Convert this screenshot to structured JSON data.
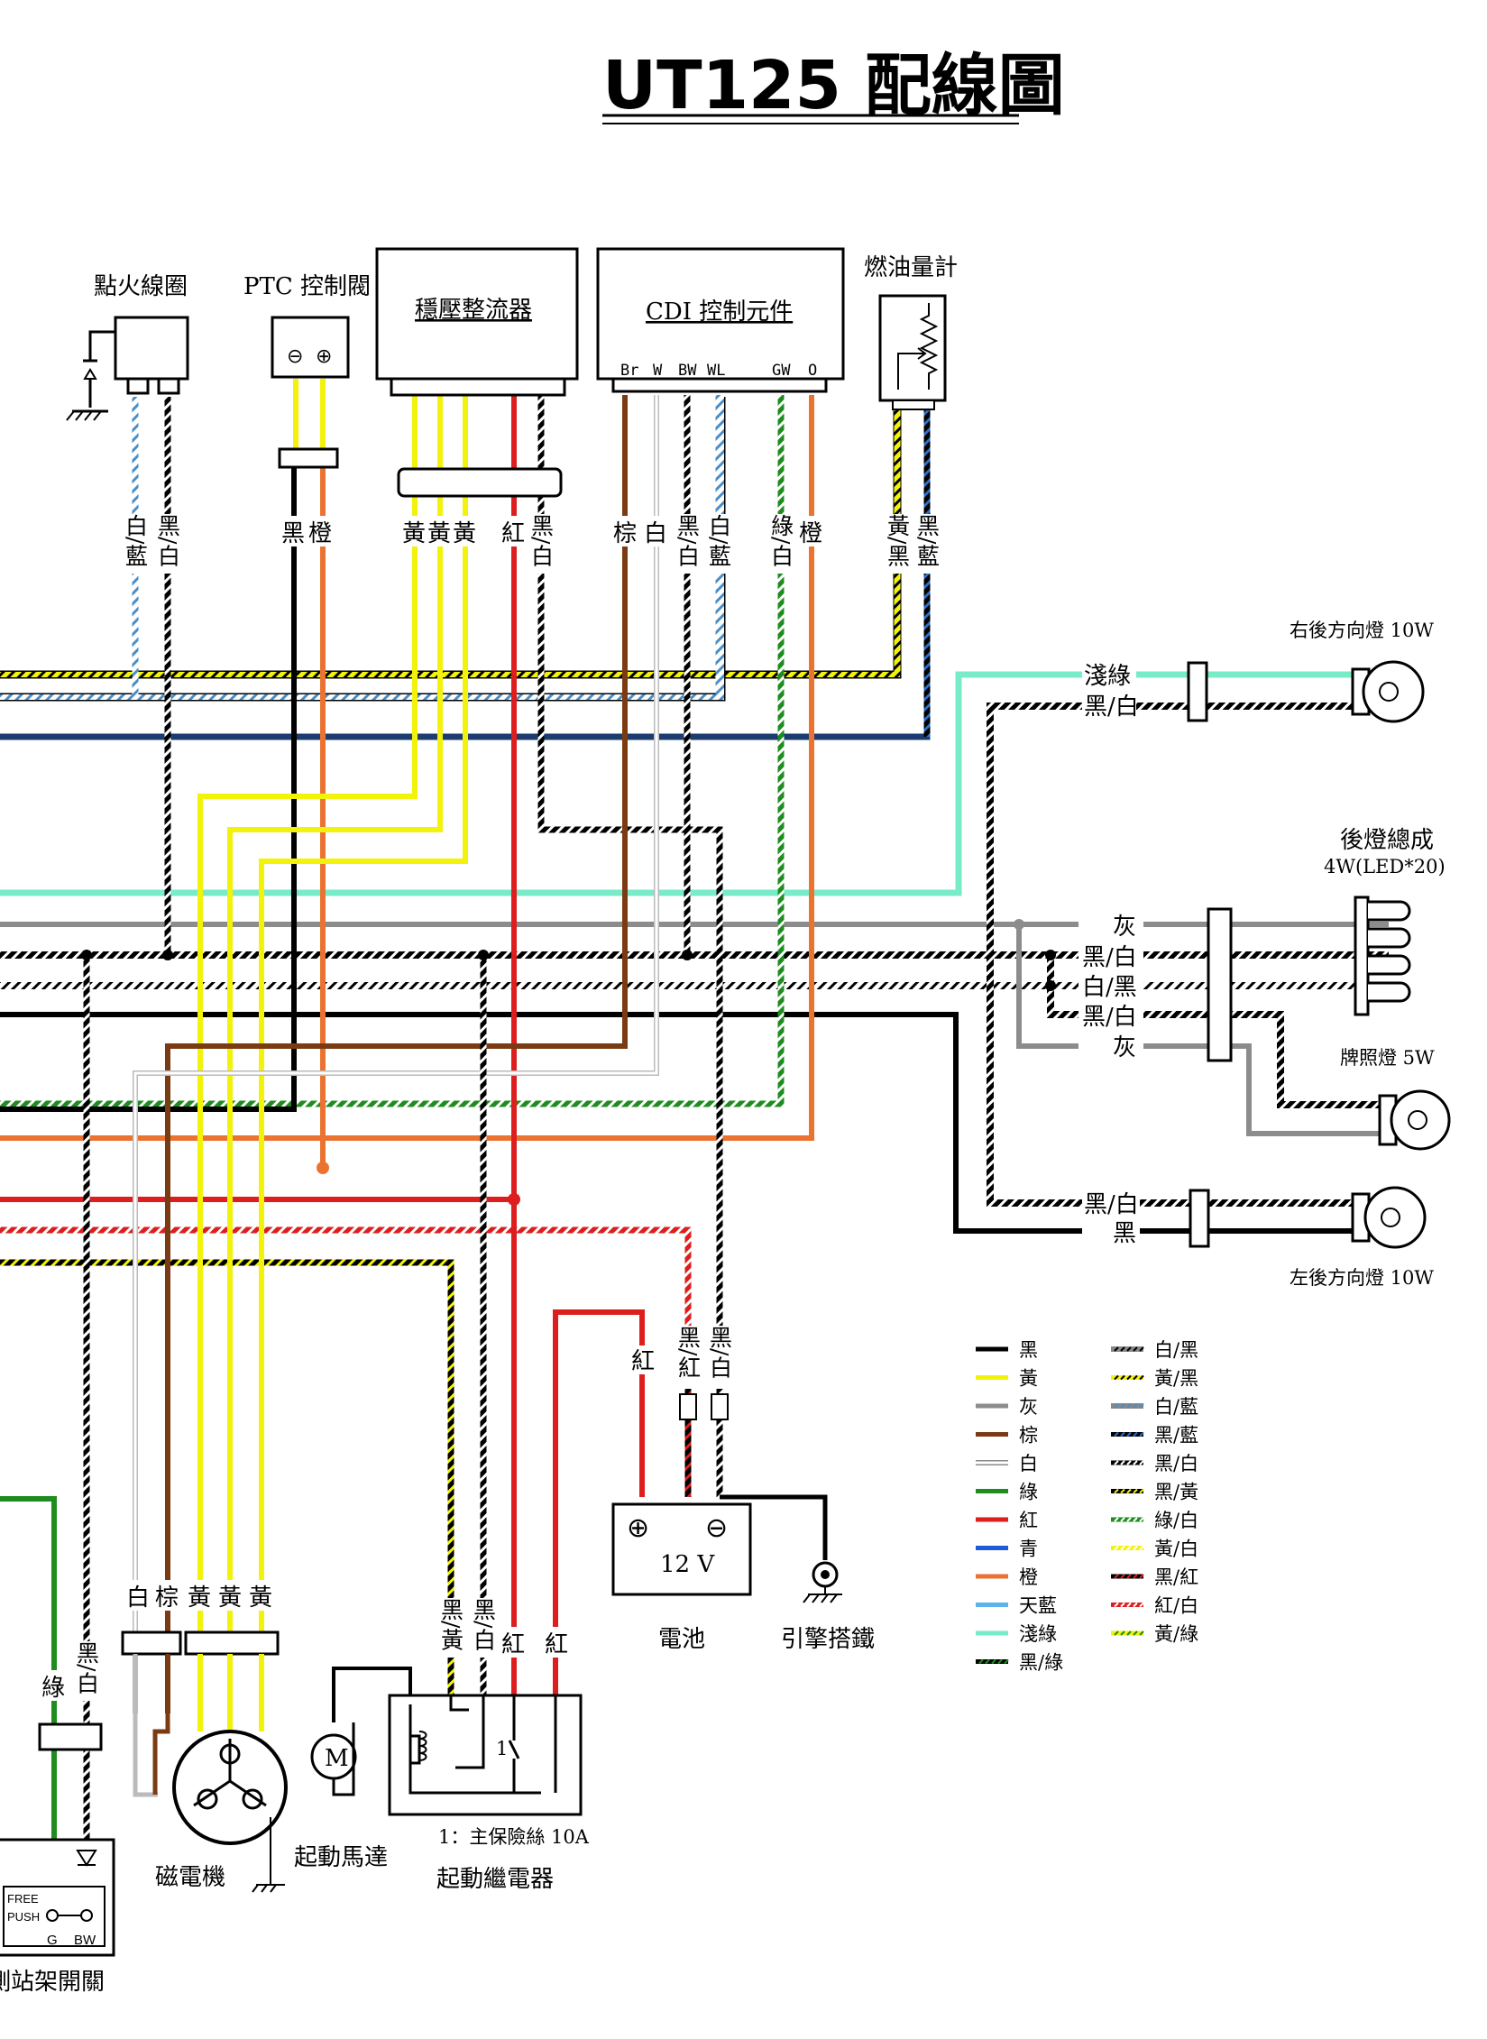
{
  "title": "UT125 配線圖",
  "components": {
    "ignition_coil": "點火線圈",
    "ptc_valve": "PTC 控制閥",
    "regulator": "穩壓整流器",
    "cdi": "CDI 控制元件",
    "cdi_pins": [
      "Br",
      "W",
      "BW",
      "WL",
      "GW",
      "O"
    ],
    "fuel_gauge": "燃油量計",
    "rear_right_turn": "右後方向燈 10W",
    "tail_light": "後燈總成",
    "tail_light_spec": "4W(LED*20)",
    "plate_light": "牌照燈 5W",
    "rear_left_turn": "左後方向燈 10W",
    "battery": "電池",
    "battery_voltage": "12 V",
    "engine_ground": "引擎搭鐵",
    "magneto": "磁電機",
    "starter_motor": "起動馬達",
    "motor_symbol": "M",
    "starter_relay": "起動繼電器",
    "fuse_note": "1：主保險絲 10A",
    "fuse_marker": "1",
    "side_stand_switch": "側站架開關",
    "switch_states": [
      "FREE",
      "PUSH"
    ],
    "switch_terminals": [
      "G",
      "BW"
    ]
  },
  "wire_labels": {
    "coil": [
      "白/藍",
      "黑/白"
    ],
    "ptc": [
      "黑",
      "橙"
    ],
    "regulator": [
      "黃",
      "黃",
      "黃",
      "紅",
      "黑/白"
    ],
    "cdi": [
      "棕",
      "白",
      "黑/白",
      "白/藍",
      "綠/白",
      "橙"
    ],
    "fuel": [
      "黃/黑",
      "黑/藍"
    ],
    "turn_right": [
      "淺綠",
      "黑/白"
    ],
    "tail": [
      "灰",
      "黑/白",
      "白/黑",
      "黑/白",
      "灰"
    ],
    "turn_left": [
      "黑/白",
      "黑"
    ],
    "battery": [
      "紅",
      "黑/紅",
      "黑/白"
    ],
    "magneto": [
      "白",
      "棕",
      "黃",
      "黃",
      "黃"
    ],
    "relay": [
      "黑/黃",
      "黑/白",
      "紅",
      "紅"
    ],
    "stand": [
      "綠",
      "黑/白"
    ]
  },
  "legend": {
    "solid": [
      {
        "label": "黑",
        "color": "#000000"
      },
      {
        "label": "黃",
        "color": "#f2f20a"
      },
      {
        "label": "灰",
        "color": "#8c8c8c"
      },
      {
        "label": "棕",
        "color": "#7a3b12"
      },
      {
        "label": "白",
        "color": "#ffffff"
      },
      {
        "label": "綠",
        "color": "#1e8c1e"
      },
      {
        "label": "紅",
        "color": "#dc1e1e"
      },
      {
        "label": "青",
        "color": "#1e5adc"
      },
      {
        "label": "橙",
        "color": "#eb7332"
      },
      {
        "label": "天藍",
        "color": "#5ab4eb"
      },
      {
        "label": "淺綠",
        "color": "#78ebc8"
      },
      {
        "label": "黑/綠",
        "color": "#000000",
        "stripe": "#1e8c1e"
      }
    ],
    "striped": [
      {
        "label": "白/黑",
        "color": "#ffffff",
        "stripe": "#000000"
      },
      {
        "label": "黃/黑",
        "color": "#f2f20a",
        "stripe": "#000000"
      },
      {
        "label": "白/藍",
        "color": "#ffffff",
        "stripe": "#4a8ec8"
      },
      {
        "label": "黑/藍",
        "color": "#000000",
        "stripe": "#2a6ec8"
      },
      {
        "label": "黑/白",
        "color": "#000000",
        "stripe": "#ffffff"
      },
      {
        "label": "黑/黃",
        "color": "#000000",
        "stripe": "#f2f20a"
      },
      {
        "label": "綠/白",
        "color": "#1e8c1e",
        "stripe": "#ffffff"
      },
      {
        "label": "黃/白",
        "color": "#f2f20a",
        "stripe": "#ffffff"
      },
      {
        "label": "黑/紅",
        "color": "#000000",
        "stripe": "#dc1e1e"
      },
      {
        "label": "紅/白",
        "color": "#dc1e1e",
        "stripe": "#ffffff"
      },
      {
        "label": "黃/綠",
        "color": "#f2f20a",
        "stripe": "#1e8c1e"
      }
    ]
  }
}
